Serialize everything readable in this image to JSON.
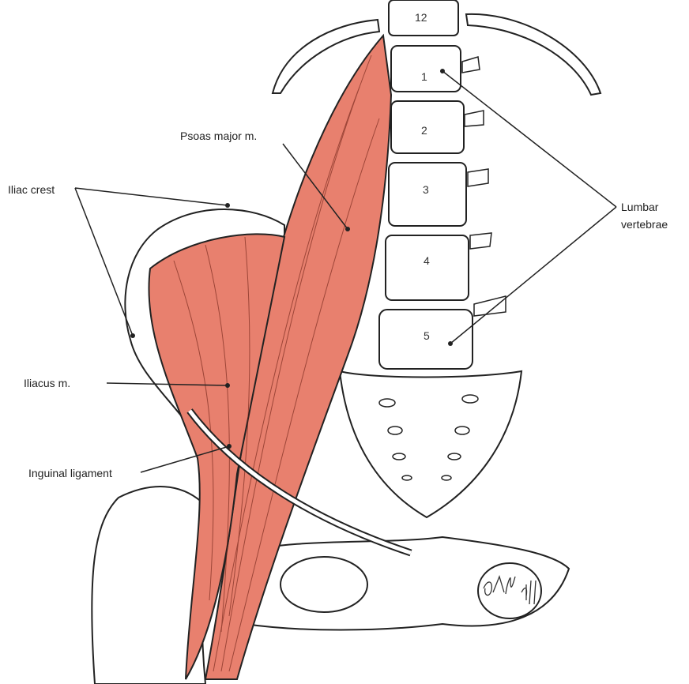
{
  "title": "Psoas and iliacus muscles",
  "labels": {
    "psoas_major": "Psoas major m.",
    "iliac_crest": "Iliac crest",
    "lumbar_line1": "Lumbar",
    "lumbar_line2": "vertebrae",
    "iliacus": "Iliacus m.",
    "inguinal_ligament": "Inguinal ligament"
  },
  "vertebrae": [
    "12",
    "1",
    "2",
    "3",
    "4",
    "5"
  ],
  "signature": "DAhdff",
  "colors": {
    "muscle": "#e8806e",
    "line": "#222222",
    "background": "#ffffff"
  }
}
